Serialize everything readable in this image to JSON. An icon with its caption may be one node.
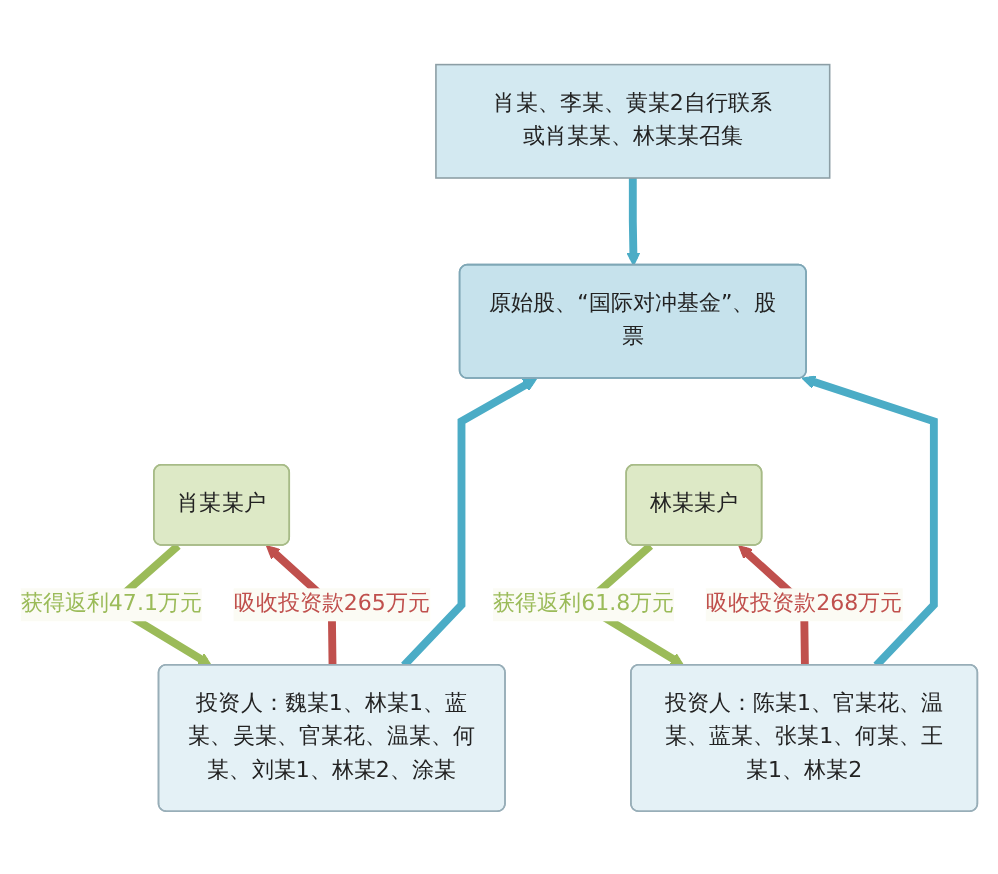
{
  "diagram": {
    "nodes": [
      {
        "text": [
          "肖某、李某、黄某2自行联系或肖某某、林某某召集"
        ]
      },
      {
        "text": [
          "原始股、“国际对冲基金”、股票"
        ]
      },
      {
        "text": [
          "肖某某户"
        ]
      },
      {
        "text": [
          "林某某户"
        ]
      },
      {
        "text": [
          "投资人：魏某1、林某1、蓝某、吴某、官某花、温某、何某、刘某1、林某2、涂某"
        ]
      },
      {
        "text": [
          "投资人：陈某1、官某花、温某、蓝某、张某1、何某、王某1、林某2"
        ]
      }
    ],
    "edges": [
      {
        "from": 0,
        "to": 1,
        "arrow": "to"
      },
      {
        "from": 4,
        "to": 2,
        "arrow": "to",
        "label": "吸收投资款265万元",
        "color": "#c0504d"
      },
      {
        "from": 2,
        "to": 4,
        "arrow": "to",
        "label": "获得返利47.1万元",
        "color": "#9bbb59"
      },
      {
        "from": 5,
        "to": 3,
        "arrow": "to",
        "label": "吸收投资款268万元",
        "color": "#c0504d"
      },
      {
        "from": 3,
        "to": 5,
        "arrow": "to",
        "label": "获得返利61.8万元",
        "color": "#9bbb59"
      },
      {
        "from": 4,
        "to": 1,
        "arrow": "to"
      },
      {
        "from": 5,
        "to": 1,
        "arrow": "to"
      }
    ]
  }
}
